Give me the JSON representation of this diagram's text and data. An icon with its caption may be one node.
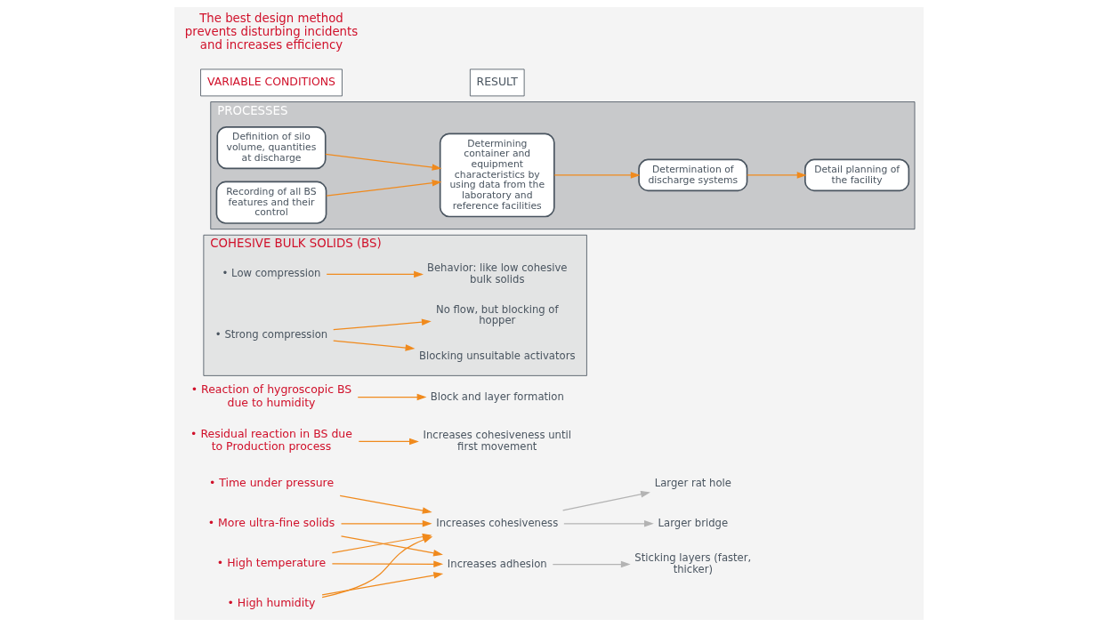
{
  "diagram": {
    "nodes": [
      {
        "text": [
          "• High temperature"
        ]
      },
      {
        "text": [
          "• High humidity"
        ]
      },
      {
        "text": [
          "• More ultra-fine solids"
        ]
      },
      {
        "text": [
          "• Time under pressure"
        ]
      },
      {
        "text": [
          "• Residual reaction in BS due to Production process"
        ]
      },
      {
        "text": [
          "• Reaction of hygroscopic BS due to humidity"
        ]
      },
      {
        "text": [
          "Larger bridge"
        ]
      },
      {
        "text": [
          "Increases cohesiveness"
        ]
      },
      {
        "text": [
          "Larger rat hole"
        ]
      },
      {
        "text": [
          "Increases adhesion"
        ]
      },
      {
        "text": [
          "Sticking layers (faster, thicker)"
        ]
      },
      {
        "text": [
          "Increases cohesiveness until first movement"
        ]
      },
      {
        "text": [
          "Block and layer formation"
        ]
      },
      {
        "text": [
          "COHESIVE BULK SOLIDS (BS)"
        ]
      },
      {
        "text": [
          "• Low compression"
        ],
        "in": 13
      },
      {
        "text": [
          "• Strong compression"
        ],
        "in": 13
      },
      {
        "text": [
          "Behavior: like low cohesive bulk solids"
        ],
        "in": 13
      },
      {
        "text": [
          "Blocking unsuitable activators"
        ],
        "in": 13
      },
      {
        "text": [
          "No flow, but blocking of hopper"
        ],
        "in": 13
      },
      {
        "text": [
          "PROCESSES"
        ]
      },
      {
        "text": [
          "Definition of silo volume, quantities at discharge"
        ],
        "in": 19
      },
      {
        "text": [
          "Recording of all BS features and their control"
        ],
        "in": 19
      },
      {
        "text": [
          "Determining container and equipment characteristics by using data from the laboratory and reference facilities"
        ],
        "in": 19
      },
      {
        "text": [
          "Determination of discharge systems"
        ],
        "in": 19
      },
      {
        "text": [
          "Detail planning of the facility"
        ],
        "in": 19
      }
    ],
    "edges": [
      {
        "from": 0,
        "to": 7,
        "arrow": "to"
      },
      {
        "from": 0,
        "to": 9,
        "arrow": "to"
      },
      {
        "from": 1,
        "to": 7,
        "arrow": "to"
      },
      {
        "from": 1,
        "to": 9,
        "arrow": "to"
      },
      {
        "from": 2,
        "to": 7,
        "arrow": "to"
      },
      {
        "from": 2,
        "to": 9,
        "arrow": "to"
      },
      {
        "from": 3,
        "to": 7,
        "arrow": "to"
      },
      {
        "from": 7,
        "to": 6,
        "arrow": "to",
        "color": "#b3b3b3"
      },
      {
        "from": 7,
        "to": 8,
        "arrow": "to",
        "color": "#b3b3b3"
      },
      {
        "from": 9,
        "to": 10,
        "arrow": "to",
        "color": "#b3b3b3"
      },
      {
        "from": 4,
        "to": 11,
        "arrow": "to"
      },
      {
        "from": 5,
        "to": 12,
        "arrow": "to"
      },
      {
        "from": 14,
        "to": 16,
        "arrow": "to"
      },
      {
        "from": 15,
        "to": 17,
        "arrow": "to"
      },
      {
        "from": 15,
        "to": 18,
        "arrow": "to"
      },
      {
        "from": 20,
        "to": 22,
        "arrow": "to"
      },
      {
        "from": 21,
        "to": 22,
        "arrow": "to"
      },
      {
        "from": 22,
        "to": 23,
        "arrow": "to"
      },
      {
        "from": 23,
        "to": 24,
        "arrow": "to"
      }
    ],
    "labels": [
      "VARIABLE CONDITIONS",
      "RESULT",
      "The best design method prevents disturbing incidents and increases efficiency"
    ]
  }
}
